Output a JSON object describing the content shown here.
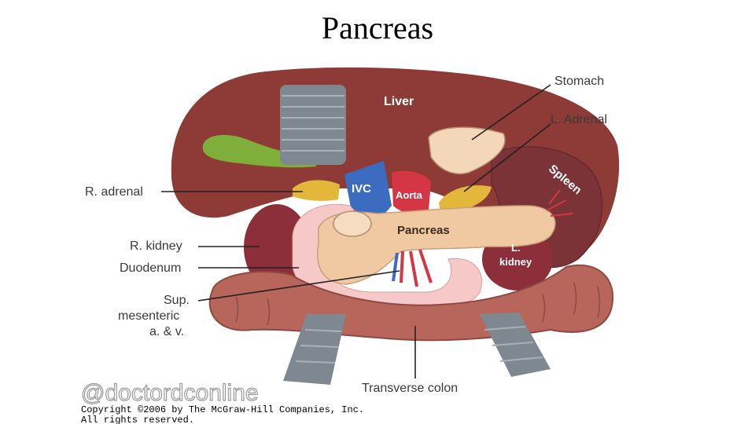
{
  "title": "Pancreas",
  "organ_labels": {
    "liver": "Liver",
    "ivc": "IVC",
    "aorta": "Aorta",
    "pancreas": "Pancreas",
    "spleen": "Spleen",
    "l_kidney_1": "L.",
    "l_kidney_2": "kidney"
  },
  "callouts": {
    "stomach": "Stomach",
    "l_adrenal": "L. Adrenal",
    "r_adrenal": "R. adrenal",
    "r_kidney": "R. kidney",
    "duodenum": "Duodenum",
    "sup_1": "Sup.",
    "sup_2": "mesenteric",
    "sup_3": "a. & v.",
    "transverse_colon": "Transverse colon"
  },
  "watermark": "@doctordconline",
  "copyright_1": "Copyright ©2006 by The McGraw-Hill Companies, Inc.",
  "copyright_2": "All rights reserved.",
  "colors": {
    "liver": "#8e3a36",
    "pancreas": "#f0c9a2",
    "duodenum": "#f6c8c8",
    "colon": "#b8665c",
    "gallbladder": "#7fae3a",
    "adrenal": "#e3b83a",
    "ivc": "#3c6cc0",
    "aorta": "#d43646"
  }
}
